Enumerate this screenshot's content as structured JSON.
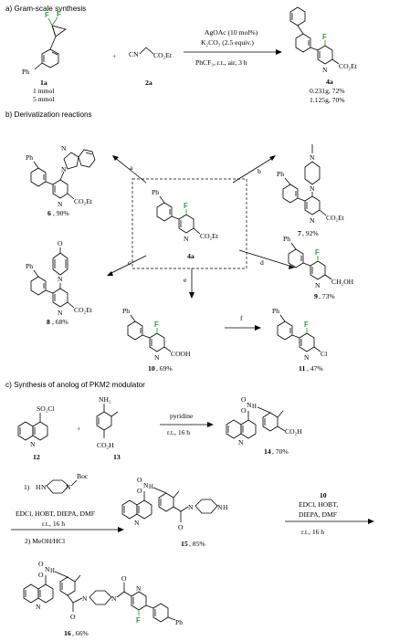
{
  "sections": {
    "a": "a) Gram-scale synthesis",
    "b": "b) Derivatization reactions",
    "c": "c) Synthesis of anolog of PKM2 modulator"
  },
  "atoms": {
    "F": "F",
    "Ph": "Ph",
    "N": "N",
    "O": "O",
    "CN": "CN",
    "Cl": "Cl",
    "CO2Et": "CO₂Et",
    "CO2H": "CO₂H",
    "CH2OH": "CH₂OH",
    "COOH": "COOH",
    "SO2Cl": "SO₂Cl",
    "NH2": "NH₂",
    "Boc": "Boc",
    "H": "H"
  },
  "scheme_a": {
    "plus": "+",
    "reagent_line1": "AgOAc (10 mol%)",
    "reagent_line2": "K₂CO₃ (2.5 equiv.)",
    "condition": "PhCF₃, r.t., air, 3 h",
    "cmpd_1a": "1a",
    "cmpd_1a_amt1": "1 mmol",
    "cmpd_1a_amt2": "5 mmol",
    "cmpd_2a": "2a",
    "cmpd_4a": "4a",
    "yield1": "0.231g, 72%",
    "yield2": "1.125g, 70%"
  },
  "scheme_b": {
    "center": "4a",
    "arrows": [
      "a",
      "b",
      "c",
      "d",
      "e",
      "f"
    ],
    "products": [
      {
        "id": "6",
        "yield": ", 90%"
      },
      {
        "id": "7",
        "yield": ", 92%"
      },
      {
        "id": "8",
        "yield": ", 68%"
      },
      {
        "id": "9",
        "yield": ", 73%"
      },
      {
        "id": "10",
        "yield": ", 69%"
      },
      {
        "id": "11",
        "yield": ", 47%"
      }
    ]
  },
  "scheme_c": {
    "cmpd_12": "12",
    "cmpd_13": "13",
    "plus": "+",
    "step1_reagent": "pyridine",
    "step1_cond": "r.t., 16 h",
    "cmpd_14": "14",
    "yield_14": ", 70%",
    "step2_num1": "1)",
    "step2_line2": "EDCl, HOBT, DIEPA, DMF",
    "step2_line3": "r.t., 16 h",
    "step2_line4": "2) MeOH/HCl",
    "cmpd_15": "15",
    "yield_15": ", 85%",
    "step3_reagent": "10",
    "step3_line2": "EDCl, HOBT,",
    "step3_line3": "DIEPA, DMF",
    "step3_line4": "r.t., 16 h",
    "cmpd_16": "16",
    "yield_16": ", 66%"
  }
}
